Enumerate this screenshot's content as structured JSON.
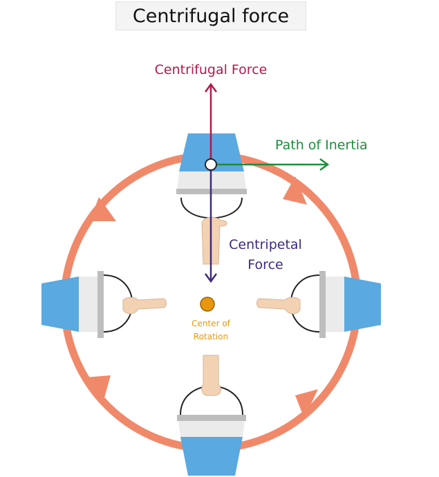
{
  "title": "Centrifugal force",
  "labels": {
    "centrifugal_force": "Centrifugal Force",
    "path_of_inertia": "Path of Inertia",
    "centripetal_line1": "Centripetal",
    "centripetal_line2": "Force",
    "center_line1": "Center of",
    "center_line2": "Rotation"
  },
  "colors": {
    "centrifugal": "#b5174a",
    "inertia": "#1f8a3c",
    "centripetal": "#3d2a7a",
    "center": "#e8960c",
    "circle": "#f0896a",
    "bucket_blue": "#5aa9e0",
    "bucket_gray": "#e8e8e8",
    "skin": "#f3d2b4"
  },
  "icons": {
    "bucket": "bucket-icon",
    "hand": "hand-icon"
  }
}
